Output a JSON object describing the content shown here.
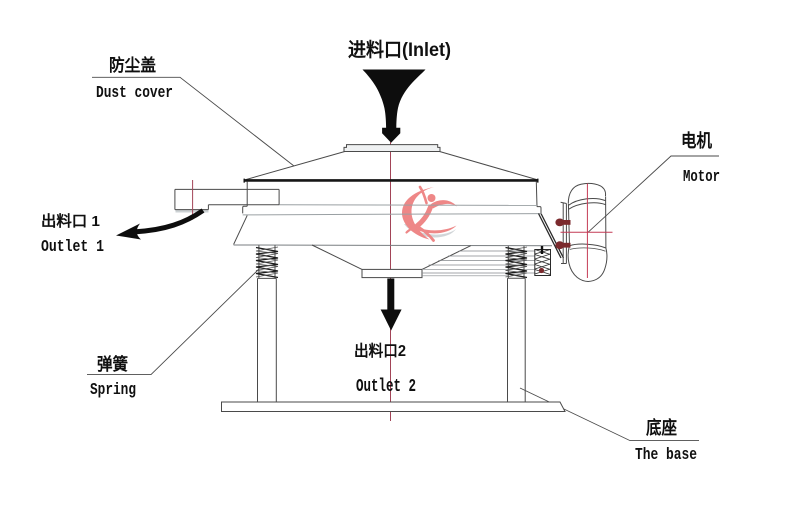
{
  "diagram": {
    "background": "#ffffff",
    "colors": {
      "outline": "#3f3f3f",
      "light_line": "#9aa0a3",
      "centerline": "#a24457",
      "crosshair": "#c43a55",
      "bolt": "#7b2a2d",
      "logo": "#ee8787",
      "text": "#101010"
    },
    "labels": {
      "inlet": {
        "text": "进料口(Inlet)"
      },
      "dust_cover": {
        "cn": "防尘盖",
        "en": "Dust cover"
      },
      "motor": {
        "cn": "电机",
        "en": "Motor"
      },
      "outlet1": {
        "cn": "出料口 1",
        "en": "Outlet 1"
      },
      "spring": {
        "cn": "弹簧",
        "en": "Spring"
      },
      "outlet2": {
        "cn": "出料口2",
        "en": "Outlet 2"
      },
      "base": {
        "cn": "底座",
        "en": "The base"
      }
    }
  }
}
